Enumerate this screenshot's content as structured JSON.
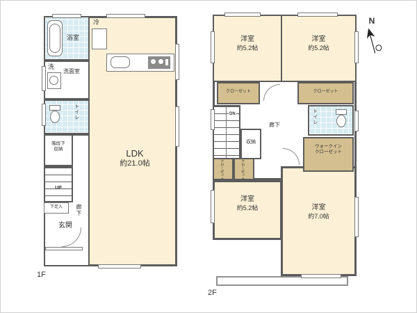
{
  "colors": {
    "wall": "#5c5c5c",
    "cream": "#fcf1d6",
    "wet": "#d7ebf2",
    "tan": "#d4bf90",
    "line": "#777777"
  },
  "compass": {
    "north": "N"
  },
  "f1": {
    "floor_label": "1F",
    "bath": "浴室",
    "fridge": "冷",
    "wash_short": "洗",
    "washroom": "洗面室",
    "toilet": "トイレ",
    "under1": "階段下",
    "under2": "収納",
    "up": "UP",
    "shoe": "下足入",
    "hallway": "廊下",
    "entrance": "玄関",
    "ldk": "LDK",
    "ldk_size": "約21.0帖"
  },
  "f2": {
    "floor_label": "2F",
    "room_tl": "洋室",
    "room_tl_size": "約5.2帖",
    "room_tr": "洋室",
    "room_tr_size": "約5.2帖",
    "room_bl": "洋室",
    "room_bl_size": "約5.2帖",
    "room_br": "洋室",
    "room_br_size": "約7.0帖",
    "closet_l": "クローゼット",
    "closet_r": "クローゼット",
    "closet_s1": "クローゼット",
    "closet_s2": "クローゼット",
    "stairs_dn": "DN",
    "storage": "収納",
    "hallway": "廊下",
    "toilet": "トイレ",
    "wic1": "ウォークイン",
    "wic2": "クローゼット"
  }
}
